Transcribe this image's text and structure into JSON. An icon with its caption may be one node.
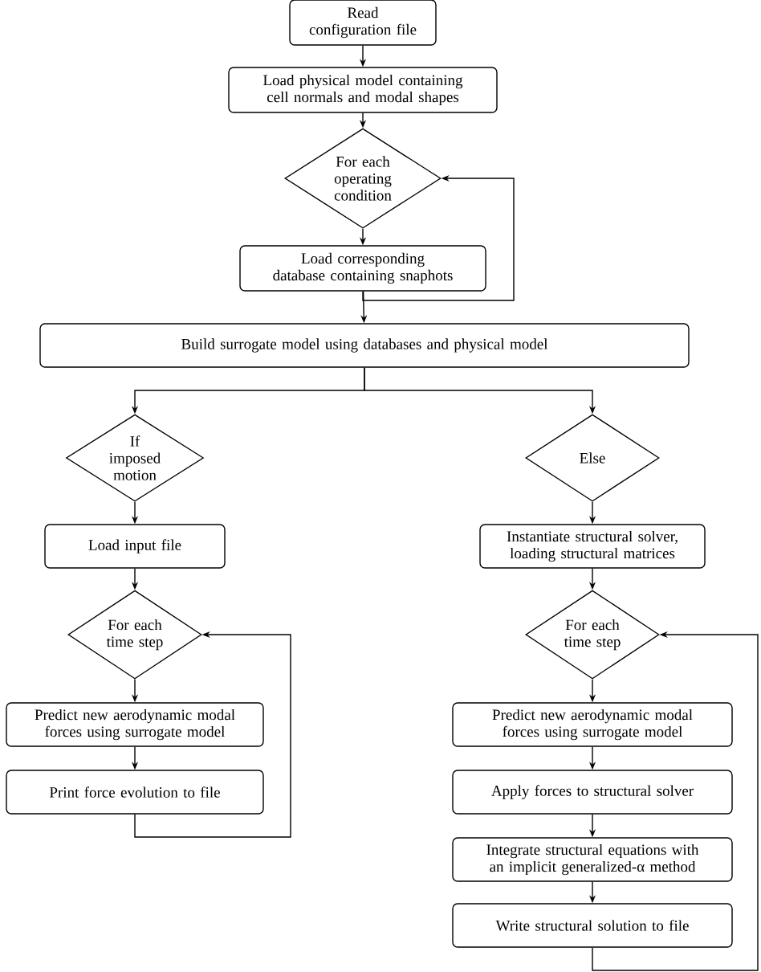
{
  "diagram": {
    "nodes": [
      {
        "text": [
          "Read configuration file"
        ]
      },
      {
        "text": [
          "Load physical model containing cell normals and modal shapes"
        ]
      },
      {
        "text": [
          "For each operating condition"
        ]
      },
      {
        "text": [
          "Load corresponding database containing snaphots"
        ]
      },
      {
        "text": [
          "Build surrogate model using databases and physical model"
        ]
      },
      {
        "text": [
          "If imposed motion"
        ]
      },
      {
        "text": [
          "Else"
        ]
      },
      {
        "text": [
          "Load input file"
        ]
      },
      {
        "text": [
          "Instantiate structural solver, loading structural matrices"
        ]
      },
      {
        "text": [
          "For each time step"
        ]
      },
      {
        "text": [
          "For each time step"
        ]
      },
      {
        "text": [
          "Predict new aerodynamic modal forces using surrogate model"
        ]
      },
      {
        "text": [
          "Print force evolution to file"
        ]
      },
      {
        "text": [
          "Predict new aerodynamic modal forces using surrogate model"
        ]
      },
      {
        "text": [
          "Apply forces to structural solver"
        ]
      },
      {
        "text": [
          "Integrate structural equations with an implicit generalized-α method"
        ]
      },
      {
        "text": [
          "Write structural solution to file"
        ]
      }
    ],
    "edges": [
      {
        "from": 0,
        "to": 1,
        "arrow": "to"
      },
      {
        "from": 1,
        "to": 2,
        "arrow": "to"
      },
      {
        "from": 2,
        "to": 3,
        "arrow": "to"
      },
      {
        "from": 3,
        "to": 2,
        "arrow": "to"
      },
      {
        "from": 3,
        "to": 4,
        "arrow": "to"
      },
      {
        "from": 4,
        "to": 5,
        "arrow": "to"
      },
      {
        "from": 4,
        "to": 6,
        "arrow": "to"
      },
      {
        "from": 5,
        "to": 7,
        "arrow": "to"
      },
      {
        "from": 6,
        "to": 8,
        "arrow": "to"
      },
      {
        "from": 7,
        "to": 9,
        "arrow": "to"
      },
      {
        "from": 8,
        "to": 10,
        "arrow": "to"
      },
      {
        "from": 9,
        "to": 11,
        "arrow": "to"
      },
      {
        "from": 11,
        "to": 12,
        "arrow": "to"
      },
      {
        "from": 12,
        "to": 9,
        "arrow": "to"
      },
      {
        "from": 10,
        "to": 13,
        "arrow": "to"
      },
      {
        "from": 13,
        "to": 14,
        "arrow": "to"
      },
      {
        "from": 14,
        "to": 15,
        "arrow": "to"
      },
      {
        "from": 15,
        "to": 16,
        "arrow": "to"
      },
      {
        "from": 16,
        "to": 10,
        "arrow": "to"
      }
    ]
  }
}
